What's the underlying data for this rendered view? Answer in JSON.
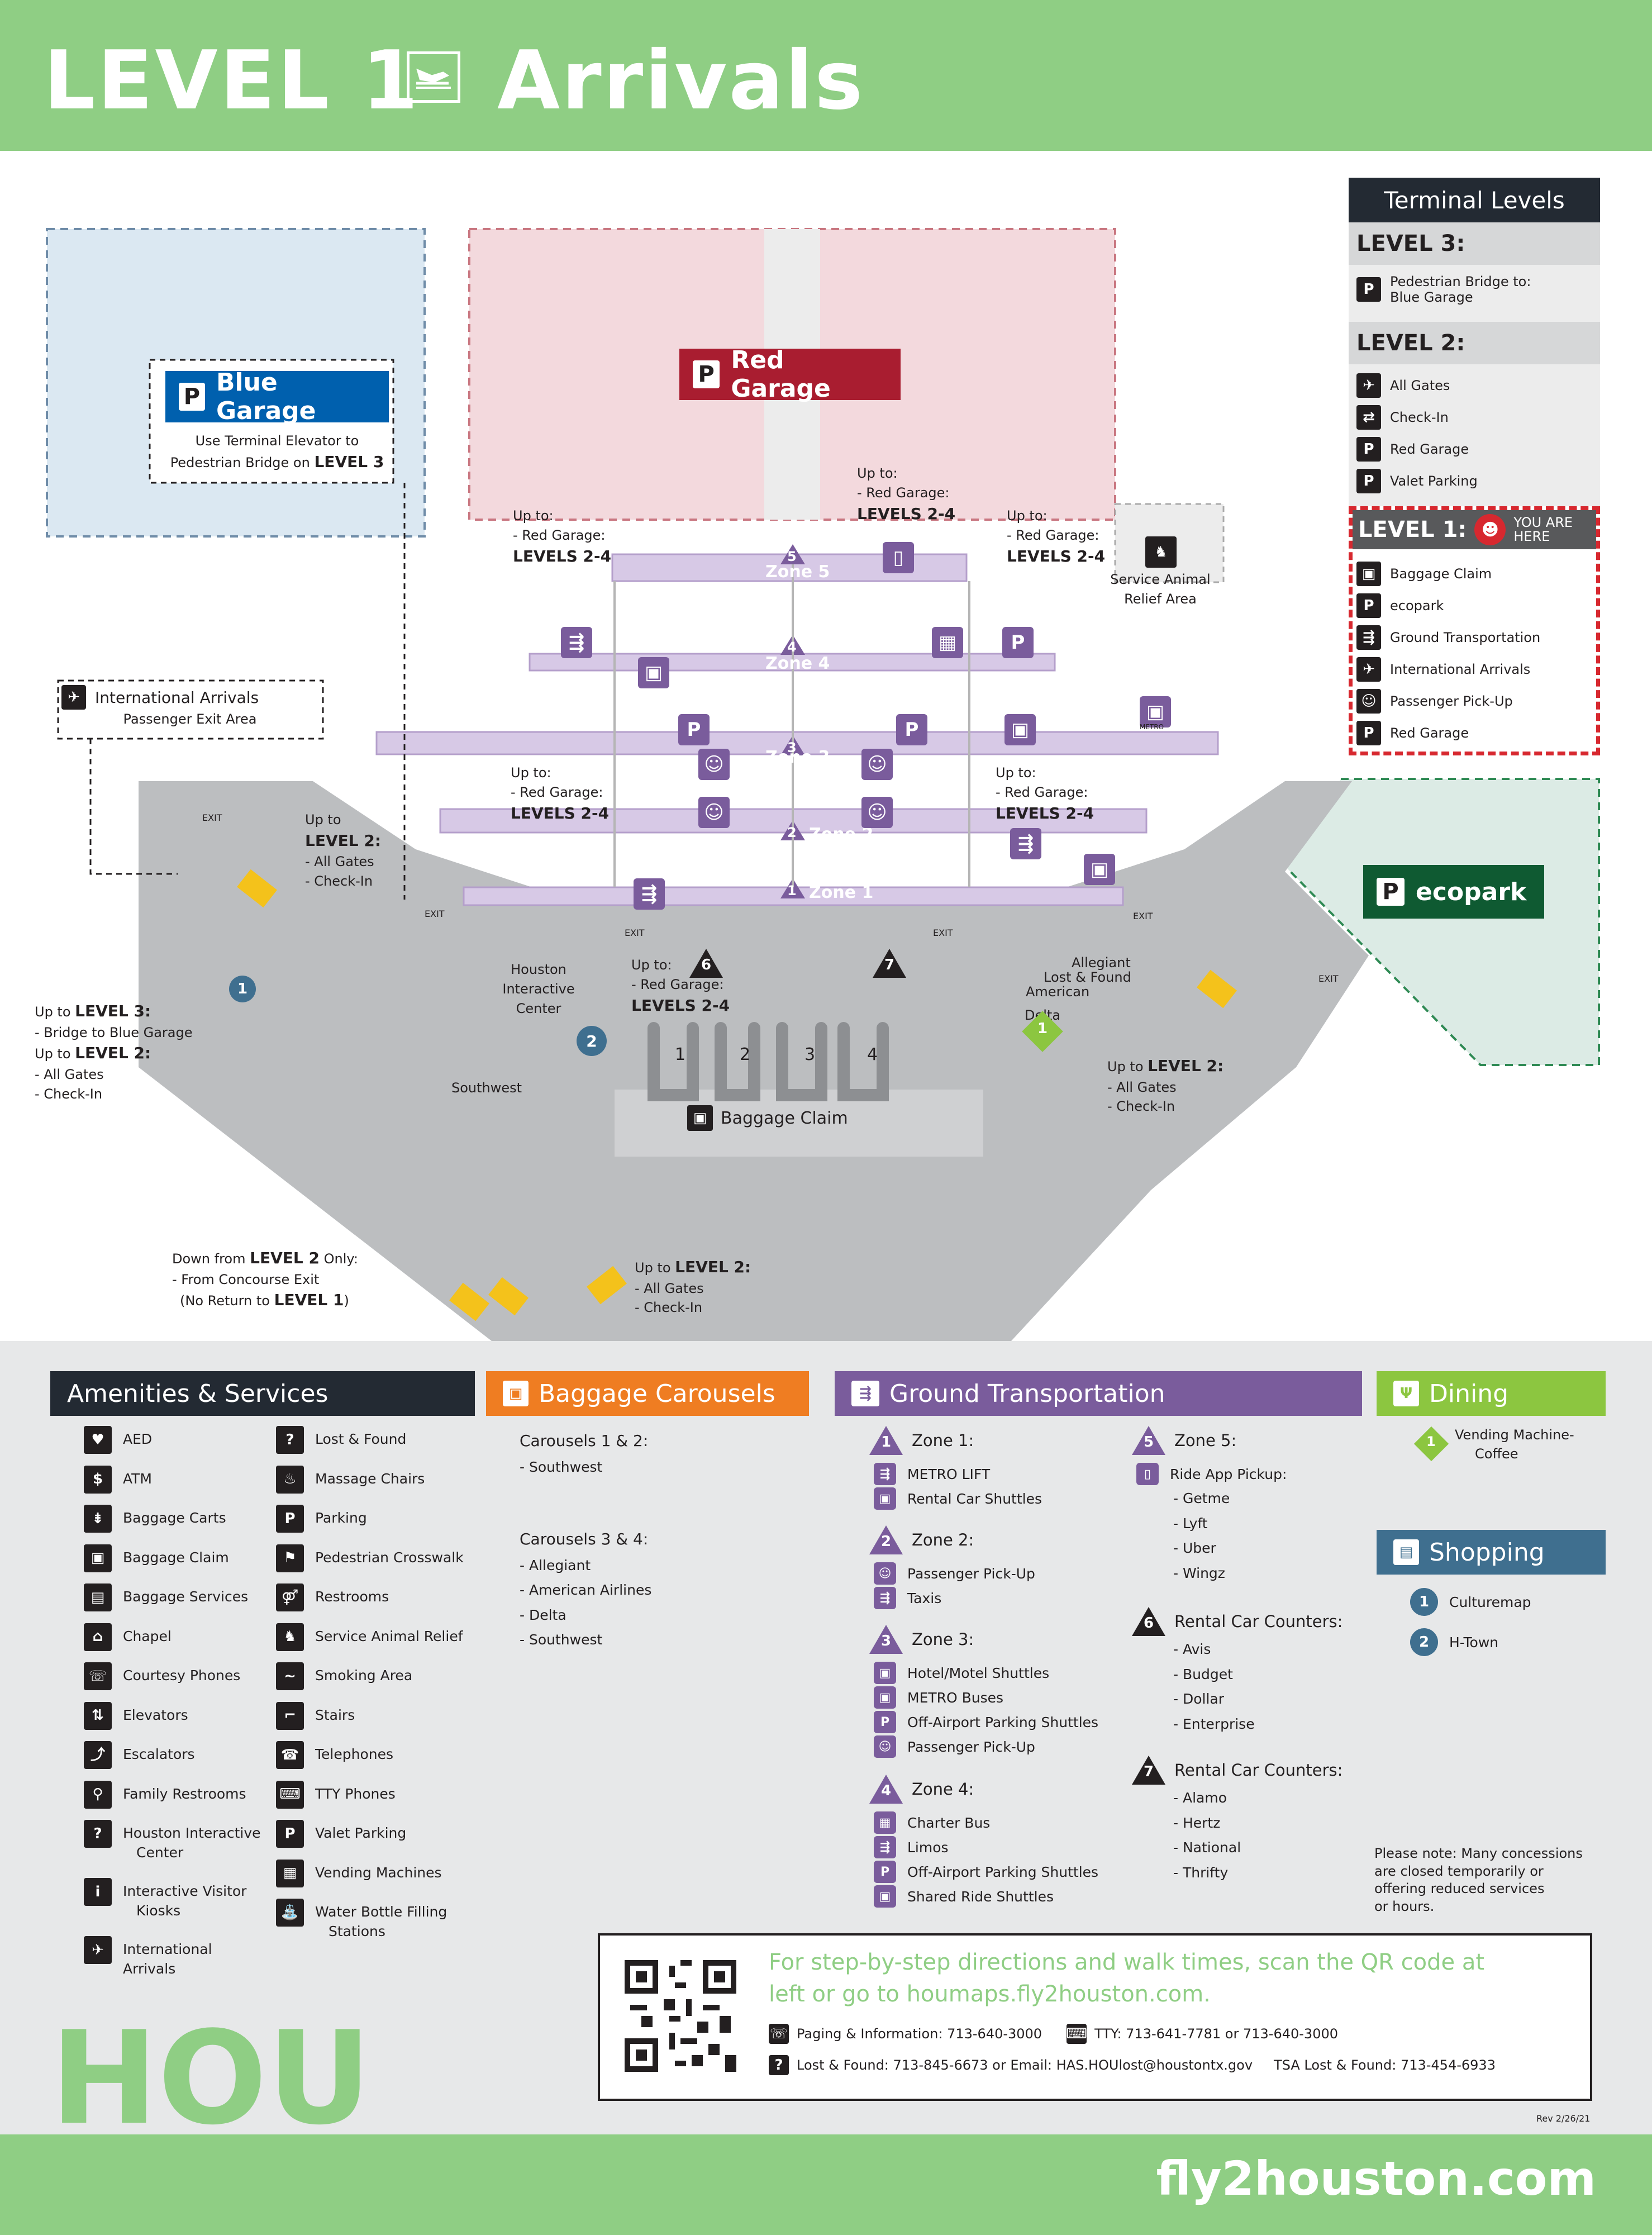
{
  "header": {
    "level": "LEVEL 1",
    "title": "Arrivals",
    "icon": "arrivals-plane-icon",
    "bg_color": "#8fce84"
  },
  "garages": {
    "blue": {
      "label": "Blue Garage",
      "color": "#0060ae",
      "note_line1": "Use Terminal Elevator to",
      "note_line2": "Pedestrian Bridge on",
      "note_level": "LEVEL 3"
    },
    "red": {
      "label": "Red Garage",
      "color": "#a91d30"
    },
    "ecopark": {
      "label": "ecopark",
      "color": "#0f5a32"
    }
  },
  "map": {
    "zones": [
      "Zone 1",
      "Zone 2",
      "Zone 3",
      "Zone 4",
      "Zone 5"
    ],
    "zone_numbers": [
      "1",
      "2",
      "3",
      "4",
      "5"
    ],
    "carousels": [
      "1",
      "2",
      "3",
      "4"
    ],
    "baggage_claim": "Baggage Claim",
    "houston_interactive": [
      "Houston",
      "Interactive",
      "Center"
    ],
    "southwest": "Southwest",
    "allegiant": "Allegiant",
    "lost_found": "Lost & Found",
    "american": "American",
    "delta": "Delta",
    "service_animal": [
      "Service Animal",
      "Relief Area"
    ],
    "intl_arrivals_box": {
      "title": "International Arrivals",
      "sub": "Passenger Exit Area"
    },
    "exit": "EXIT",
    "metro": "METRO",
    "callouts": {
      "up_to": "Up to:",
      "red_garage": "- Red Garage:",
      "levels_2_4": "LEVELS 2-4",
      "up_to_level": "Up to",
      "level_2": "LEVEL 2:",
      "level_2_only": "LEVEL 2",
      "level_1": "LEVEL 1",
      "level_3": "LEVEL 3:",
      "all_gates": "- All Gates",
      "check_in": "- Check-In",
      "bridge_blue": "- Bridge to Blue Garage",
      "down_from": "Down from",
      "only": "Only:",
      "from_concourse": "- From Concourse Exit",
      "no_return": "(No Return to",
      "no_return_end": ")"
    },
    "shop_markers": [
      "1",
      "2"
    ],
    "ground_markers": [
      "6",
      "7"
    ],
    "dining_marker": "1"
  },
  "terminal_levels": {
    "title": "Terminal Levels",
    "level3": {
      "label": "LEVEL 3:",
      "items": [
        {
          "icon": "P",
          "text1": "Pedestrian Bridge to:",
          "text2": "Blue Garage"
        }
      ]
    },
    "level2": {
      "label": "LEVEL 2:",
      "items": [
        {
          "icon": "✈",
          "text": "All Gates"
        },
        {
          "icon": "⇄",
          "text": "Check-In"
        },
        {
          "icon": "P",
          "text": "Red Garage"
        },
        {
          "icon": "P",
          "text": "Valet Parking"
        }
      ]
    },
    "level1": {
      "label": "LEVEL 1:",
      "you_are": "YOU ARE",
      "here": "HERE",
      "items": [
        {
          "icon": "▣",
          "text": "Baggage Claim"
        },
        {
          "icon": "P",
          "text": "ecopark"
        },
        {
          "icon": "⇶",
          "text": "Ground Transportation"
        },
        {
          "icon": "✈",
          "text": "International Arrivals"
        },
        {
          "icon": "☺",
          "text": "Passenger Pick-Up"
        },
        {
          "icon": "P",
          "text": "Red Garage"
        }
      ]
    },
    "highlight_color": "#d7282f"
  },
  "amenities": {
    "title": "Amenities & Services",
    "color": "#232a33",
    "col1": [
      {
        "icon": "♥",
        "name": "aed-icon",
        "lines": [
          "AED"
        ]
      },
      {
        "icon": "$",
        "name": "atm-icon",
        "lines": [
          "ATM"
        ]
      },
      {
        "icon": "⇟",
        "name": "baggage-cart-icon",
        "lines": [
          "Baggage Carts"
        ]
      },
      {
        "icon": "▣",
        "name": "baggage-claim-icon",
        "lines": [
          "Baggage Claim"
        ]
      },
      {
        "icon": "▤",
        "name": "baggage-services-icon",
        "lines": [
          "Baggage Services"
        ]
      },
      {
        "icon": "⌂",
        "name": "chapel-icon",
        "lines": [
          "Chapel"
        ]
      },
      {
        "icon": "☏",
        "name": "courtesy-phone-icon",
        "lines": [
          "Courtesy Phones"
        ]
      },
      {
        "icon": "⇅",
        "name": "elevator-icon",
        "lines": [
          "Elevators"
        ]
      },
      {
        "icon": "⤴",
        "name": "escalator-icon",
        "lines": [
          "Escalators"
        ]
      },
      {
        "icon": "⚲",
        "name": "family-restroom-icon",
        "lines": [
          "Family Restrooms"
        ]
      },
      {
        "icon": "?",
        "name": "help-icon",
        "lines": [
          "Houston Interactive",
          "Center"
        ]
      },
      {
        "icon": "i",
        "name": "info-kiosk-icon",
        "lines": [
          "Interactive Visitor",
          "Kiosks"
        ]
      },
      {
        "icon": "✈",
        "name": "international-arrivals-icon",
        "lines": [
          "International Arrivals"
        ]
      }
    ],
    "col2": [
      {
        "icon": "?",
        "name": "lost-found-icon",
        "lines": [
          "Lost & Found"
        ]
      },
      {
        "icon": "♨",
        "name": "massage-chair-icon",
        "lines": [
          "Massage Chairs"
        ]
      },
      {
        "icon": "P",
        "name": "parking-icon",
        "lines": [
          "Parking"
        ]
      },
      {
        "icon": "⚑",
        "name": "crosswalk-icon",
        "lines": [
          "Pedestrian Crosswalk"
        ]
      },
      {
        "icon": "⚤",
        "name": "restroom-icon",
        "lines": [
          "Restrooms"
        ]
      },
      {
        "icon": "♞",
        "name": "service-animal-icon",
        "lines": [
          "Service Animal Relief"
        ]
      },
      {
        "icon": "~",
        "name": "smoking-icon",
        "lines": [
          "Smoking Area"
        ]
      },
      {
        "icon": "⌐",
        "name": "stairs-icon",
        "lines": [
          "Stairs"
        ]
      },
      {
        "icon": "☎",
        "name": "telephone-icon",
        "lines": [
          "Telephones"
        ]
      },
      {
        "icon": "⌨",
        "name": "tty-icon",
        "lines": [
          "TTY Phones"
        ]
      },
      {
        "icon": "P",
        "name": "valet-icon",
        "lines": [
          "Valet Parking"
        ]
      },
      {
        "icon": "▦",
        "name": "vending-icon",
        "lines": [
          "Vending Machines"
        ]
      },
      {
        "icon": "⛲",
        "name": "water-bottle-icon",
        "lines": [
          "Water Bottle Filling",
          "Stations"
        ]
      }
    ]
  },
  "carousels": {
    "title": "Baggage Carousels",
    "color": "#ef7d22",
    "groups": [
      {
        "title": "Carousels 1 & 2:",
        "items": [
          "- Southwest"
        ]
      },
      {
        "title": "Carousels 3 & 4:",
        "items": [
          "- Allegiant",
          "- American Airlines",
          "- Delta",
          "- Southwest"
        ]
      }
    ]
  },
  "ground": {
    "title": "Ground Transportation",
    "color": "#7a5c9c",
    "zone1": {
      "n": "1",
      "label": "Zone 1:",
      "items": [
        "METRO LIFT",
        "Rental Car Shuttles"
      ]
    },
    "zone2": {
      "n": "2",
      "label": "Zone 2:",
      "items": [
        "Passenger Pick-Up",
        "Taxis"
      ]
    },
    "zone3": {
      "n": "3",
      "label": "Zone 3:",
      "items": [
        "Hotel/Motel Shuttles",
        "METRO Buses",
        "Off-Airport Parking Shuttles",
        "Passenger Pick-Up"
      ]
    },
    "zone4": {
      "n": "4",
      "label": "Zone 4:",
      "items": [
        "Charter Bus",
        "Limos",
        "Off-Airport Parking Shuttles",
        "Shared Ride Shuttles"
      ]
    },
    "zone5": {
      "n": "5",
      "label": "Zone 5:",
      "sub": "Ride App Pickup:",
      "items": [
        "- Getme",
        "- Lyft",
        "- Uber",
        "- Wingz"
      ]
    },
    "rental6": {
      "n": "6",
      "label": "Rental Car Counters:",
      "items": [
        "- Avis",
        "- Budget",
        "- Dollar",
        "- Enterprise"
      ]
    },
    "rental7": {
      "n": "7",
      "label": "Rental Car Counters:",
      "items": [
        "- Alamo",
        "- Hertz",
        "- National",
        "- Thrifty"
      ]
    }
  },
  "dining": {
    "title": "Dining",
    "color": "#8cc640",
    "item_n": "1",
    "item_line1": "Vending Machine-",
    "item_line2": "Coffee"
  },
  "shopping": {
    "title": "Shopping",
    "color": "#3f6f8f",
    "items": [
      {
        "n": "1",
        "name": "Culturemap"
      },
      {
        "n": "2",
        "name": "H-Town"
      }
    ]
  },
  "note": [
    "Please note: Many concessions",
    "are closed temporarily or",
    "offering reduced services",
    "or hours."
  ],
  "qr": {
    "headline1": "For step-by-step directions and walk times, scan the QR code at",
    "headline2": "left or go to houmaps.fly2houston.com.",
    "paging": "Paging & Information: 713-640-3000",
    "tty": "TTY: 713-641-7781 or 713-640-3000",
    "lost": "Lost & Found: 713-845-6673 or Email: HAS.HOUlost@houstontx.gov",
    "tsa": "TSA Lost & Found: 713-454-6933",
    "headline_color": "#8fce84"
  },
  "rev": "Rev 2/26/21",
  "hou": "HOU",
  "footer": {
    "url": "fly2houston.com"
  }
}
